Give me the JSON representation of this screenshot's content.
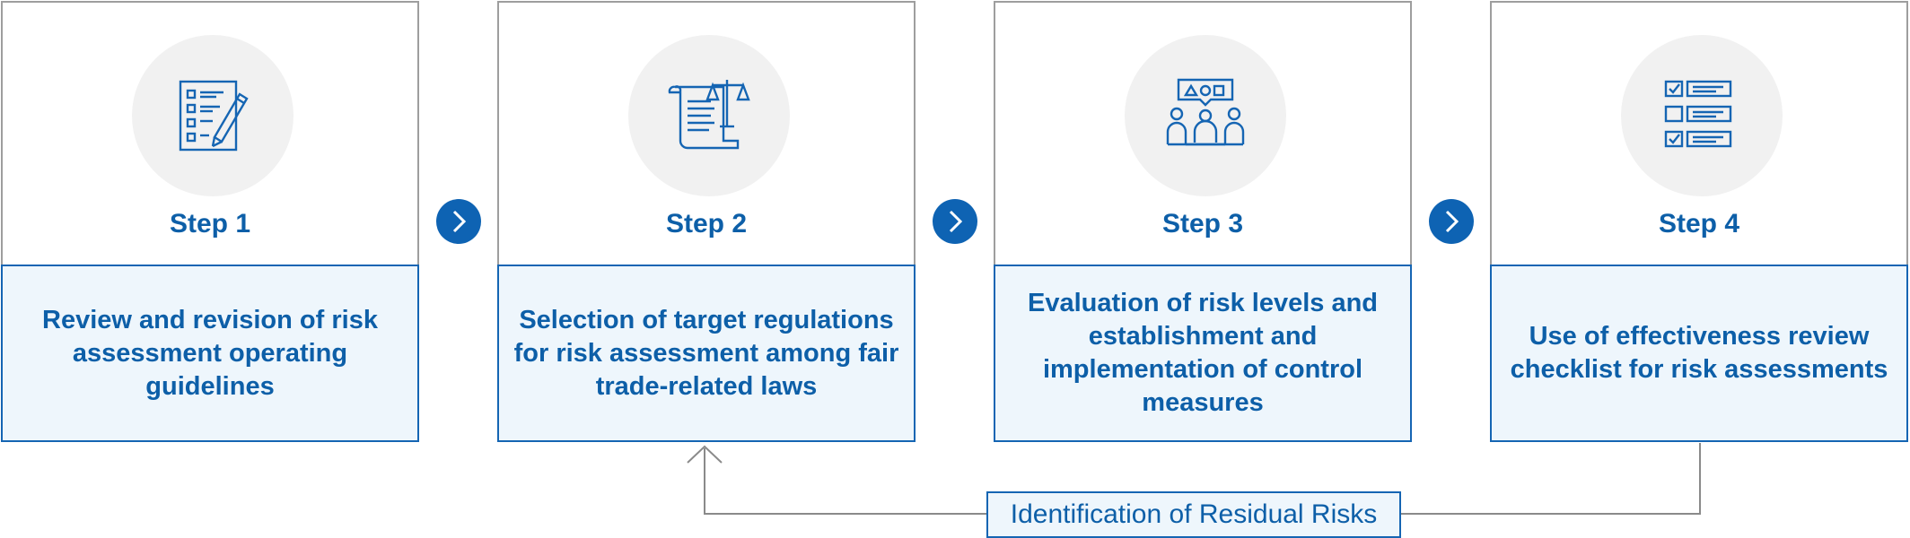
{
  "steps": [
    {
      "label": "Step 1",
      "icon": "checklist-pen-icon",
      "description": "Review and revision of risk assessment operating guidelines"
    },
    {
      "label": "Step 2",
      "icon": "scroll-scale-icon",
      "description": "Selection of target regulations for risk assessment among fair trade-related laws"
    },
    {
      "label": "Step 3",
      "icon": "group-discussion-icon",
      "description": "Evaluation of risk levels and establishment and implementation of control measures"
    },
    {
      "label": "Step 4",
      "icon": "checkbox-list-icon",
      "description": "Use of effectiveness review checklist for risk assessments"
    }
  ],
  "feedback": {
    "label": "Identification of Residual Risks"
  },
  "colors": {
    "primary_blue": "#0d5fa8",
    "box_fill": "#eef6fc",
    "icon_circle": "#f1f1f1",
    "border_gray": "#9e9e9e"
  }
}
